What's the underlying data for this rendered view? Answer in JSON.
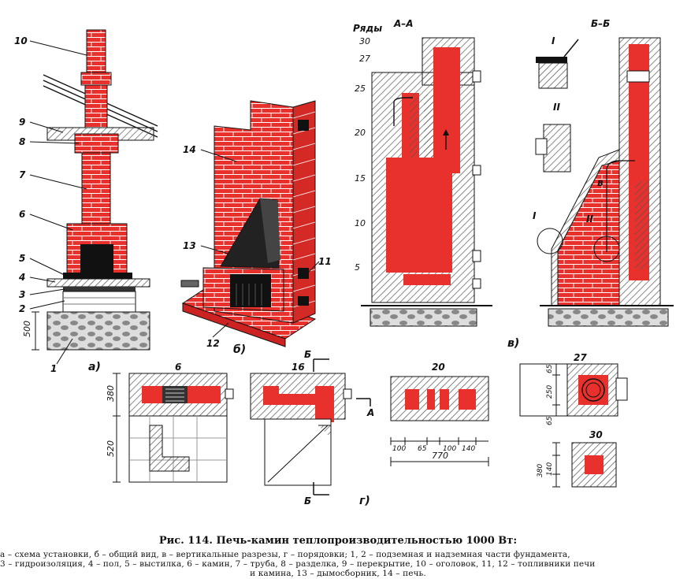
{
  "figure": {
    "title": "Рис. 114. Печь-камин теплопроизводительностью 1000 Вт:",
    "caption_lines": [
      "а – схема установки, б – общий вид, в – вертикальные разрезы, г – порядовки; 1, 2 – подземная и надземная части фундамента,",
      "3 – гидроизоляция, 4 – пол, 5 – выстилка, 6 – камин, 7 – труба, 8 – разделка, 9 – перекрытие, 10 – оголовок, 11, 12 – топливники печи",
      "и камина, 13 – дымосборник, 14 – печь."
    ]
  },
  "colors": {
    "brick": "#e8312d",
    "ink": "#111111",
    "hatch": "#555555",
    "paper": "#ffffff"
  },
  "panel_a": {
    "tag": "а)",
    "callouts": [
      "10",
      "9",
      "8",
      "7",
      "6",
      "5",
      "4",
      "3",
      "2",
      "1"
    ],
    "dim_500": "500"
  },
  "panel_b": {
    "tag": "б)",
    "callouts": [
      "14",
      "13",
      "11",
      "12"
    ]
  },
  "panel_v": {
    "tag": "в)",
    "rows_header": "Ряды",
    "rows": [
      "30",
      "27",
      "25",
      "20",
      "15",
      "10",
      "5"
    ],
    "section_aa": "А–А",
    "section_bb": "Б–Б",
    "marks": [
      "I",
      "II",
      "I",
      "II",
      "в"
    ]
  },
  "panel_g": {
    "tag": "г)",
    "plans": [
      "6",
      "16",
      "20",
      "27",
      "30"
    ],
    "dims_6": [
      "380",
      "520"
    ],
    "dims_20": [
      "100",
      "65",
      "100",
      "140",
      "770"
    ],
    "dims_27": [
      "65",
      "250",
      "65"
    ],
    "dims_30": [
      "380",
      "140"
    ],
    "cut_b": "Б",
    "cut_a": "А"
  }
}
